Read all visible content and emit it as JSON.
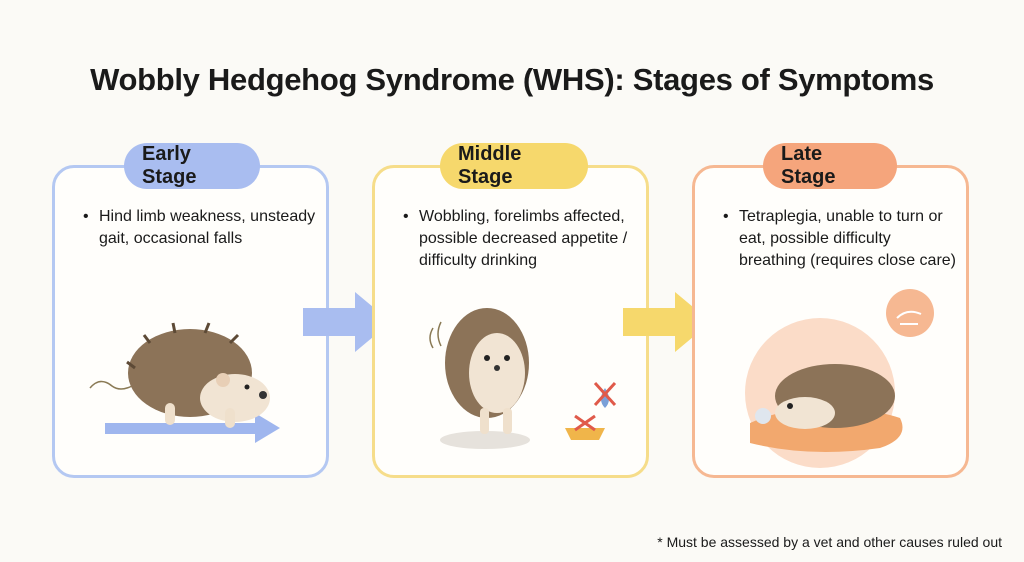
{
  "title": "Wobbly Hedgehog Syndrome (WHS): Stages of Symptoms",
  "stages": [
    {
      "label": "Early Stage",
      "description": "Hind limb weakness, unsteady gait, occasional falls",
      "color": "#a9bdf0",
      "border": "#b4c8f2"
    },
    {
      "label": "Middle Stage",
      "description": "Wobbling, forelimbs affected, possible decreased appetite / difficulty drinking",
      "color": "#f6d86c",
      "border": "#f6dd8a"
    },
    {
      "label": "Late Stage",
      "description": "Tetraplegia, unable to turn or eat, possible difficulty breathing (requires close care)",
      "color": "#f5a57c",
      "border": "#f6b892"
    }
  ],
  "footnote": "* Must be assessed by a vet and other causes ruled out"
}
